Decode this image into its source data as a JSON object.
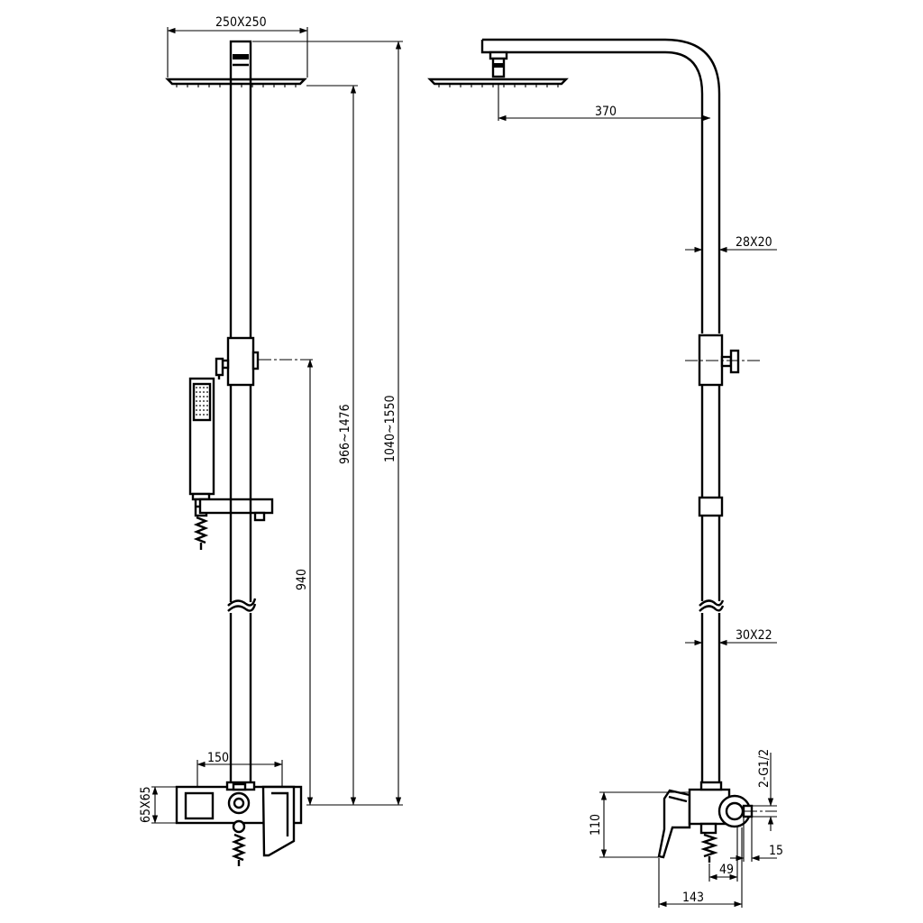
{
  "drawing": {
    "front_view": {
      "dims": {
        "head_size": "250X250",
        "total_height": "1040~1550",
        "head_to_mixer": "966~1476",
        "slide_to_mixer": "940",
        "mixer_width": "150",
        "mixer_section": "65X65"
      }
    },
    "side_view": {
      "dims": {
        "arm_reach": "370",
        "upper_tube": "28X20",
        "lower_tube": "30X22",
        "inlet_thread": "2-G1/2",
        "mixer_height": "110",
        "outlet_offset": "15",
        "inlet_depth": "49",
        "mixer_depth": "143"
      }
    }
  }
}
